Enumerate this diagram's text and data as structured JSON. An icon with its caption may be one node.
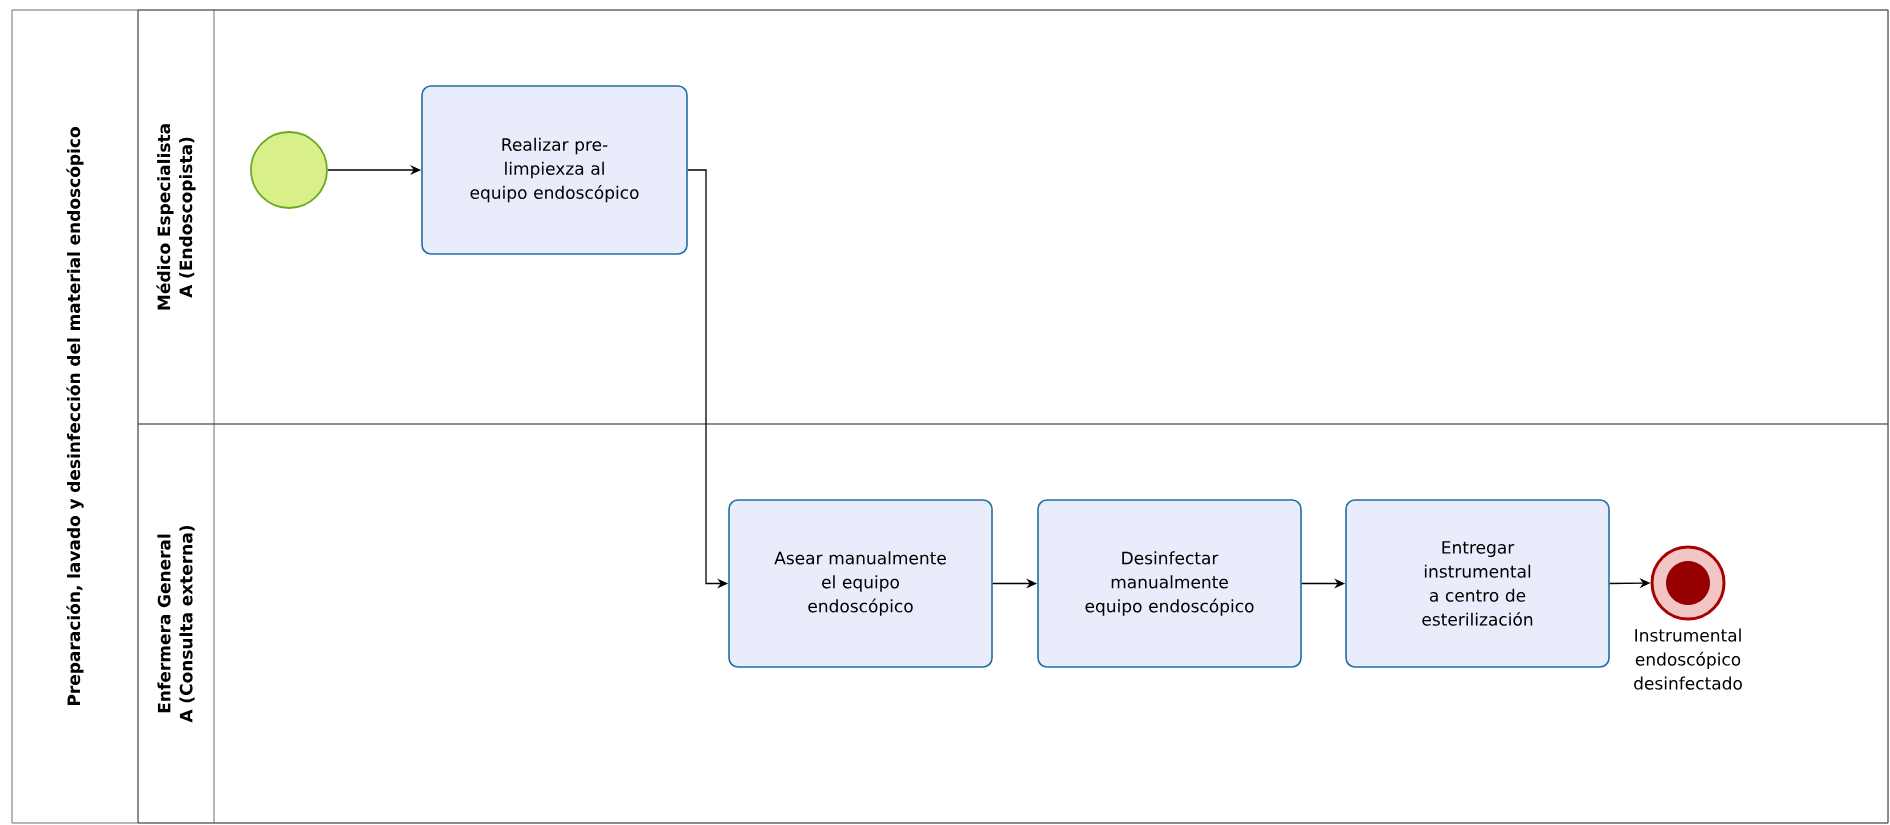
{
  "diagram": {
    "nodes": [
      {
        "text": [
          "Preparación, lavado y desinfección del material endoscópico"
        ]
      },
      {
        "text": [
          "Médico Especialista A (Endoscopista)"
        ],
        "in": 0
      },
      {
        "text": [
          "Enfermera General A (Consulta externa)"
        ],
        "in": 0
      },
      {
        "text": [],
        "shape": "circle",
        "in": 1
      },
      {
        "text": [
          "Realizar pre-limpiexza al equipo endoscópico"
        ],
        "in": 1
      },
      {
        "text": [
          "Asear manualmente el equipo endoscópico"
        ],
        "in": 2
      },
      {
        "text": [
          "Desinfectar manualmente equipo endoscópico"
        ],
        "in": 2
      },
      {
        "text": [
          "Entregar instrumental a centro de esterilización"
        ],
        "in": 2
      },
      {
        "text": [],
        "shape": "circle",
        "in": 2,
        "beside": [
          "Instrumental endoscópico desinfectado"
        ]
      }
    ],
    "edges": [
      {
        "from": 3,
        "to": 4,
        "arrow": "to"
      },
      {
        "from": 4,
        "to": 5,
        "arrow": "to"
      },
      {
        "from": 5,
        "to": 6,
        "arrow": "to"
      },
      {
        "from": 6,
        "to": 7,
        "arrow": "to"
      },
      {
        "from": 7,
        "to": 8,
        "arrow": "to"
      }
    ]
  }
}
